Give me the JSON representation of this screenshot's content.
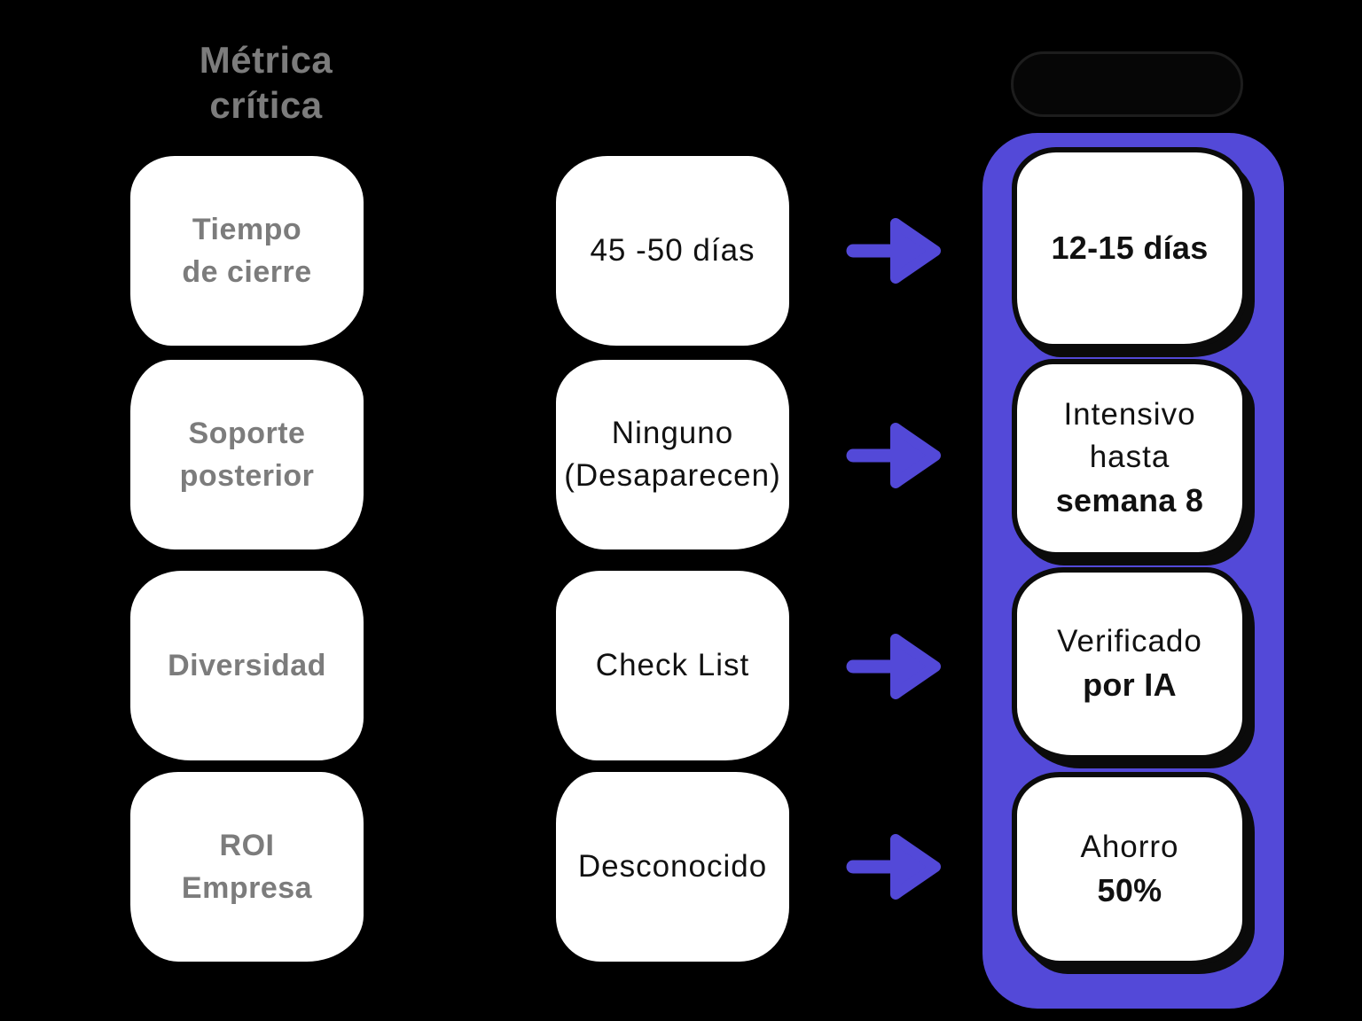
{
  "title": {
    "text": "Métrica\ncrítica"
  },
  "colors": {
    "background": "#000000",
    "panel": "#5349D8",
    "arrow": "#5349D8",
    "card": "#FFFFFF",
    "metric_text": "#7C7C7C",
    "value_text": "#111111",
    "badge_fill": "#060606",
    "badge_border": "#1D1D1D"
  },
  "rows": [
    {
      "metric": "Tiempo\nde cierre",
      "before": "45 -50  días",
      "after_regular": "",
      "after_bold": "12-15 días"
    },
    {
      "metric": "Soporte\nposterior",
      "before": "Ninguno\n(Desaparecen)",
      "after_regular": "Intensivo\nhasta",
      "after_bold": "semana 8"
    },
    {
      "metric": "Diversidad",
      "before": "Check List",
      "after_regular": "Verificado",
      "after_bold": "por IA"
    },
    {
      "metric": "ROI\nEmpresa",
      "before": "Desconocido",
      "after_regular": "Ahorro",
      "after_bold": "50%"
    }
  ]
}
